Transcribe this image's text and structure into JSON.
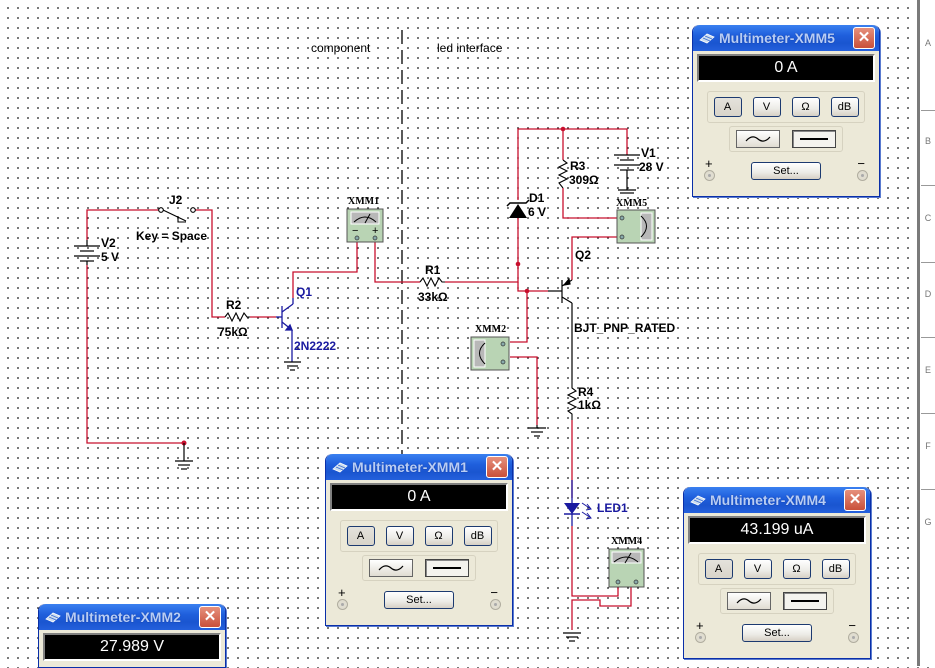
{
  "schematic": {
    "sections": [
      "component",
      "led interface"
    ],
    "components": {
      "V2": {
        "ref": "V2",
        "value": "5 V"
      },
      "J2": {
        "ref": "J2",
        "key": "Key = Space"
      },
      "R2": {
        "ref": "R2",
        "value": "75kΩ"
      },
      "Q1": {
        "ref": "Q1",
        "model": "2N2222"
      },
      "XMM1": {
        "ref": "XMM1",
        "minus": "−",
        "plus": "+"
      },
      "R1": {
        "ref": "R1",
        "value": "33kΩ"
      },
      "D1": {
        "ref": "D1",
        "value": "6 V"
      },
      "R3": {
        "ref": "R3",
        "value": "309Ω"
      },
      "V1": {
        "ref": "V1",
        "value": "28 V"
      },
      "XMM5": {
        "ref": "XMM5"
      },
      "Q2": {
        "ref": "Q2",
        "model": "BJT_PNP_RATED"
      },
      "XMM2": {
        "ref": "XMM2"
      },
      "R4": {
        "ref": "R4",
        "value": "1kΩ"
      },
      "LED1": {
        "ref": "LED1"
      },
      "XMM4": {
        "ref": "XMM4"
      }
    }
  },
  "sheet_zones": [
    "A",
    "B",
    "C",
    "D",
    "E",
    "F",
    "G"
  ],
  "multimeters": [
    {
      "id": "xmm5",
      "title": "Multimeter-XMM5",
      "reading": "0 A"
    },
    {
      "id": "xmm1",
      "title": "Multimeter-XMM1",
      "reading": "0 A"
    },
    {
      "id": "xmm4",
      "title": "Multimeter-XMM4",
      "reading": "43.199 uA"
    },
    {
      "id": "xmm2",
      "title": "Multimeter-XMM2",
      "reading": "27.989 V"
    }
  ],
  "meter_controls": {
    "modes": [
      "A",
      "V",
      "Ω",
      "dB"
    ],
    "active_mode": "A",
    "waveforms": [
      "ac-sine-icon",
      "dc-line-icon"
    ],
    "active_waveform": "dc",
    "set_label": "Set...",
    "plus": "+",
    "minus": "−",
    "close": "✕"
  },
  "colors": {
    "wire_red": "#c8102e",
    "component_blue": "#1a1aa0",
    "title_bar_blue": "#1f5fdc",
    "meter_symbol_green": "#b9d4b4"
  }
}
